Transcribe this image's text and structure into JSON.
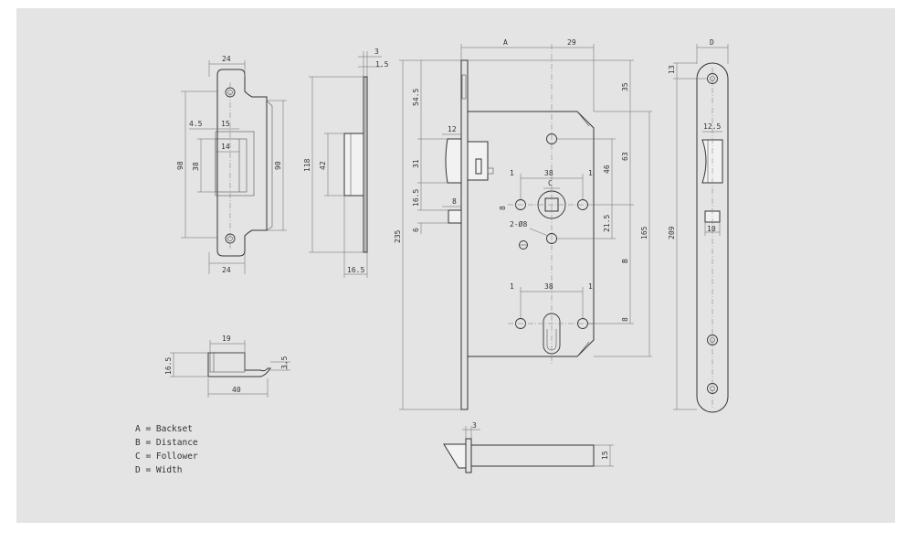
{
  "colors": {
    "background": "#e4e4e4",
    "line": "#333333"
  },
  "dimensions": {
    "strike_top_width": "24",
    "strike_bottom_width": "24",
    "strike_offset": "4.5",
    "strike_slot_width": "15",
    "strike_slot_inner": "14",
    "strike_total_height": "98",
    "strike_slot_height": "38",
    "strike_plate_height": "90",
    "profile_thickness_1": "3",
    "profile_thickness_2": "1.5",
    "profile_height": "118",
    "profile_latch_height": "42",
    "profile_depth": "16.5",
    "backset": "A",
    "backset_29": "29",
    "top_54_5": "54.5",
    "latch_width": "12",
    "latch_height": "31",
    "latch_throw": "16.5",
    "bolt_width": "8",
    "bolt_offset": "6",
    "total_height": "235",
    "follower": "C",
    "follower_spacing": "38",
    "follower_gap_left": "1",
    "follower_gap_right": "1",
    "mount_hole_offset": "8",
    "screw_holes": "2-Ø8",
    "cyl_gap_left": "1",
    "cyl_gap_right": "1",
    "cyl_spacing": "38",
    "cyl_hole_offset": "8",
    "right_35": "35",
    "right_63": "63",
    "right_46": "46",
    "right_21_5": "21.5",
    "distance": "B",
    "right_165": "165",
    "faceplate_width": "D",
    "faceplate_top": "13",
    "faceplate_slot": "12.5",
    "faceplate_height": "209",
    "faceplate_bolt": "10",
    "bolt_top_width": "19",
    "bolt_height": "16.5",
    "bolt_thickness": "3.5",
    "bolt_length": "40",
    "bottom_3": "3",
    "bottom_15": "15"
  },
  "legend": [
    "A = Backset",
    "B = Distance",
    "C = Follower",
    "D = Width"
  ]
}
